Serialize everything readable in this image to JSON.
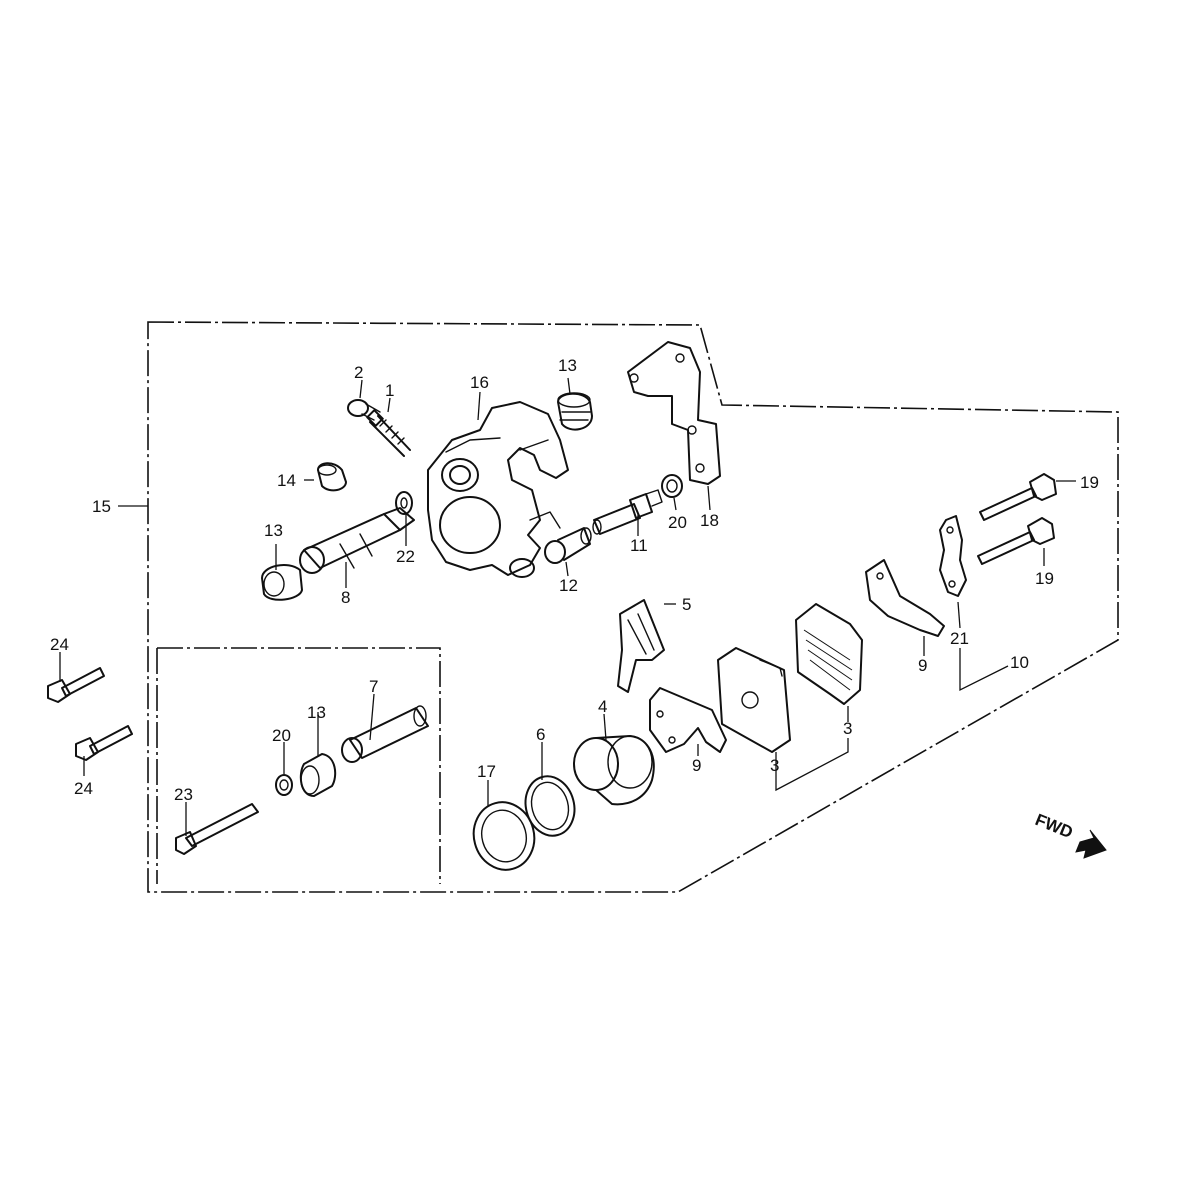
{
  "diagram": {
    "callouts": {
      "c1": "1",
      "c2": "2",
      "c3a": "3",
      "c3b": "3",
      "c4": "4",
      "c5": "5",
      "c6": "6",
      "c7": "7",
      "c8": "8",
      "c9a": "9",
      "c9b": "9",
      "c10": "10",
      "c11": "11",
      "c12": "12",
      "c13a": "13",
      "c13b": "13",
      "c13c": "13",
      "c14": "14",
      "c15": "15",
      "c16": "16",
      "c17": "17",
      "c18": "18",
      "c19a": "19",
      "c19b": "19",
      "c20a": "20",
      "c20b": "20",
      "c21": "21",
      "c22": "22",
      "c23": "23",
      "c24a": "24",
      "c24b": "24"
    },
    "direction_label": "FWD"
  }
}
